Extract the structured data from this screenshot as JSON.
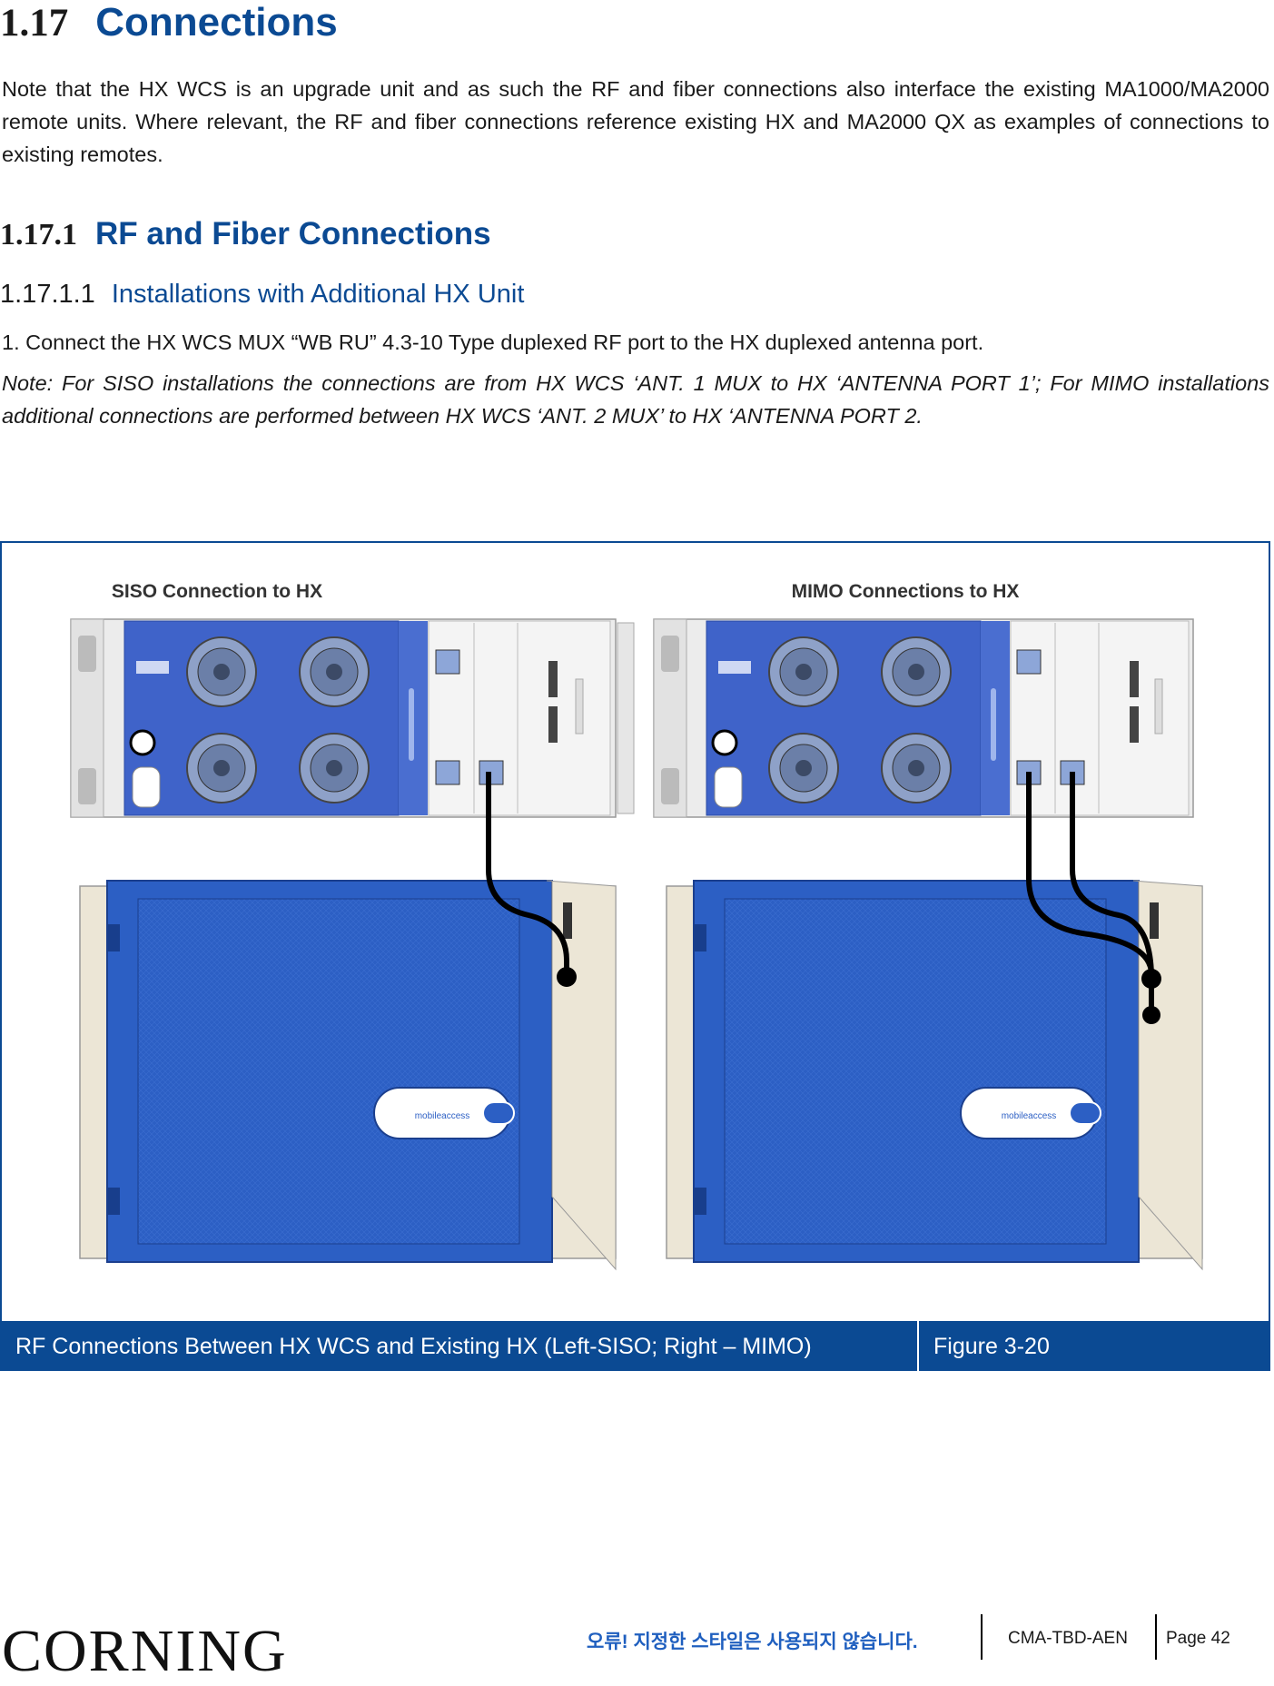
{
  "section": {
    "number": "1.17",
    "title": "Connections"
  },
  "intro": "Note that the HX WCS is an upgrade unit and as such the RF and fiber connections also interface the existing MA1000/MA2000 remote units. Where relevant, the RF and fiber connections reference existing HX and MA2000 QX as examples of connections to existing remotes.",
  "subsection": {
    "number": "1.17.1",
    "title": "RF and Fiber Connections"
  },
  "subsubsection": {
    "number": "1.17.1.1",
    "title": "Installations with Additional HX Unit"
  },
  "step1": "1.  Connect the HX WCS MUX “WB RU” 4.3-10 Type duplexed RF port to the HX duplexed antenna port.",
  "note": "Note:    For SISO installations the connections are from HX WCS ‘ANT. 1 MUX to HX ‘ANTENNA PORT 1’; For MIMO installations additional connections are performed between HX WCS ‘ANT. 2 MUX’ to HX ‘ANTENNA PORT 2.",
  "figure": {
    "left_title": "SISO Connection to HX",
    "right_title": "MIMO Connections to HX",
    "caption": "RF Connections Between HX WCS and Existing HX (Left-SISO; Right – MIMO)",
    "number": "Figure 3-20",
    "brand_label": "mobileaccess",
    "colors": {
      "accent": "#0b4a93",
      "unit_blue": "#3f63c9",
      "cabinet_blue": "#2c5fc4"
    }
  },
  "footer": {
    "logo": "CORNING",
    "error_text": "오류! 지정한 스타일은 사용되지 않습니다.",
    "doc_id": "CMA-TBD-AEN",
    "page": "Page 42"
  }
}
